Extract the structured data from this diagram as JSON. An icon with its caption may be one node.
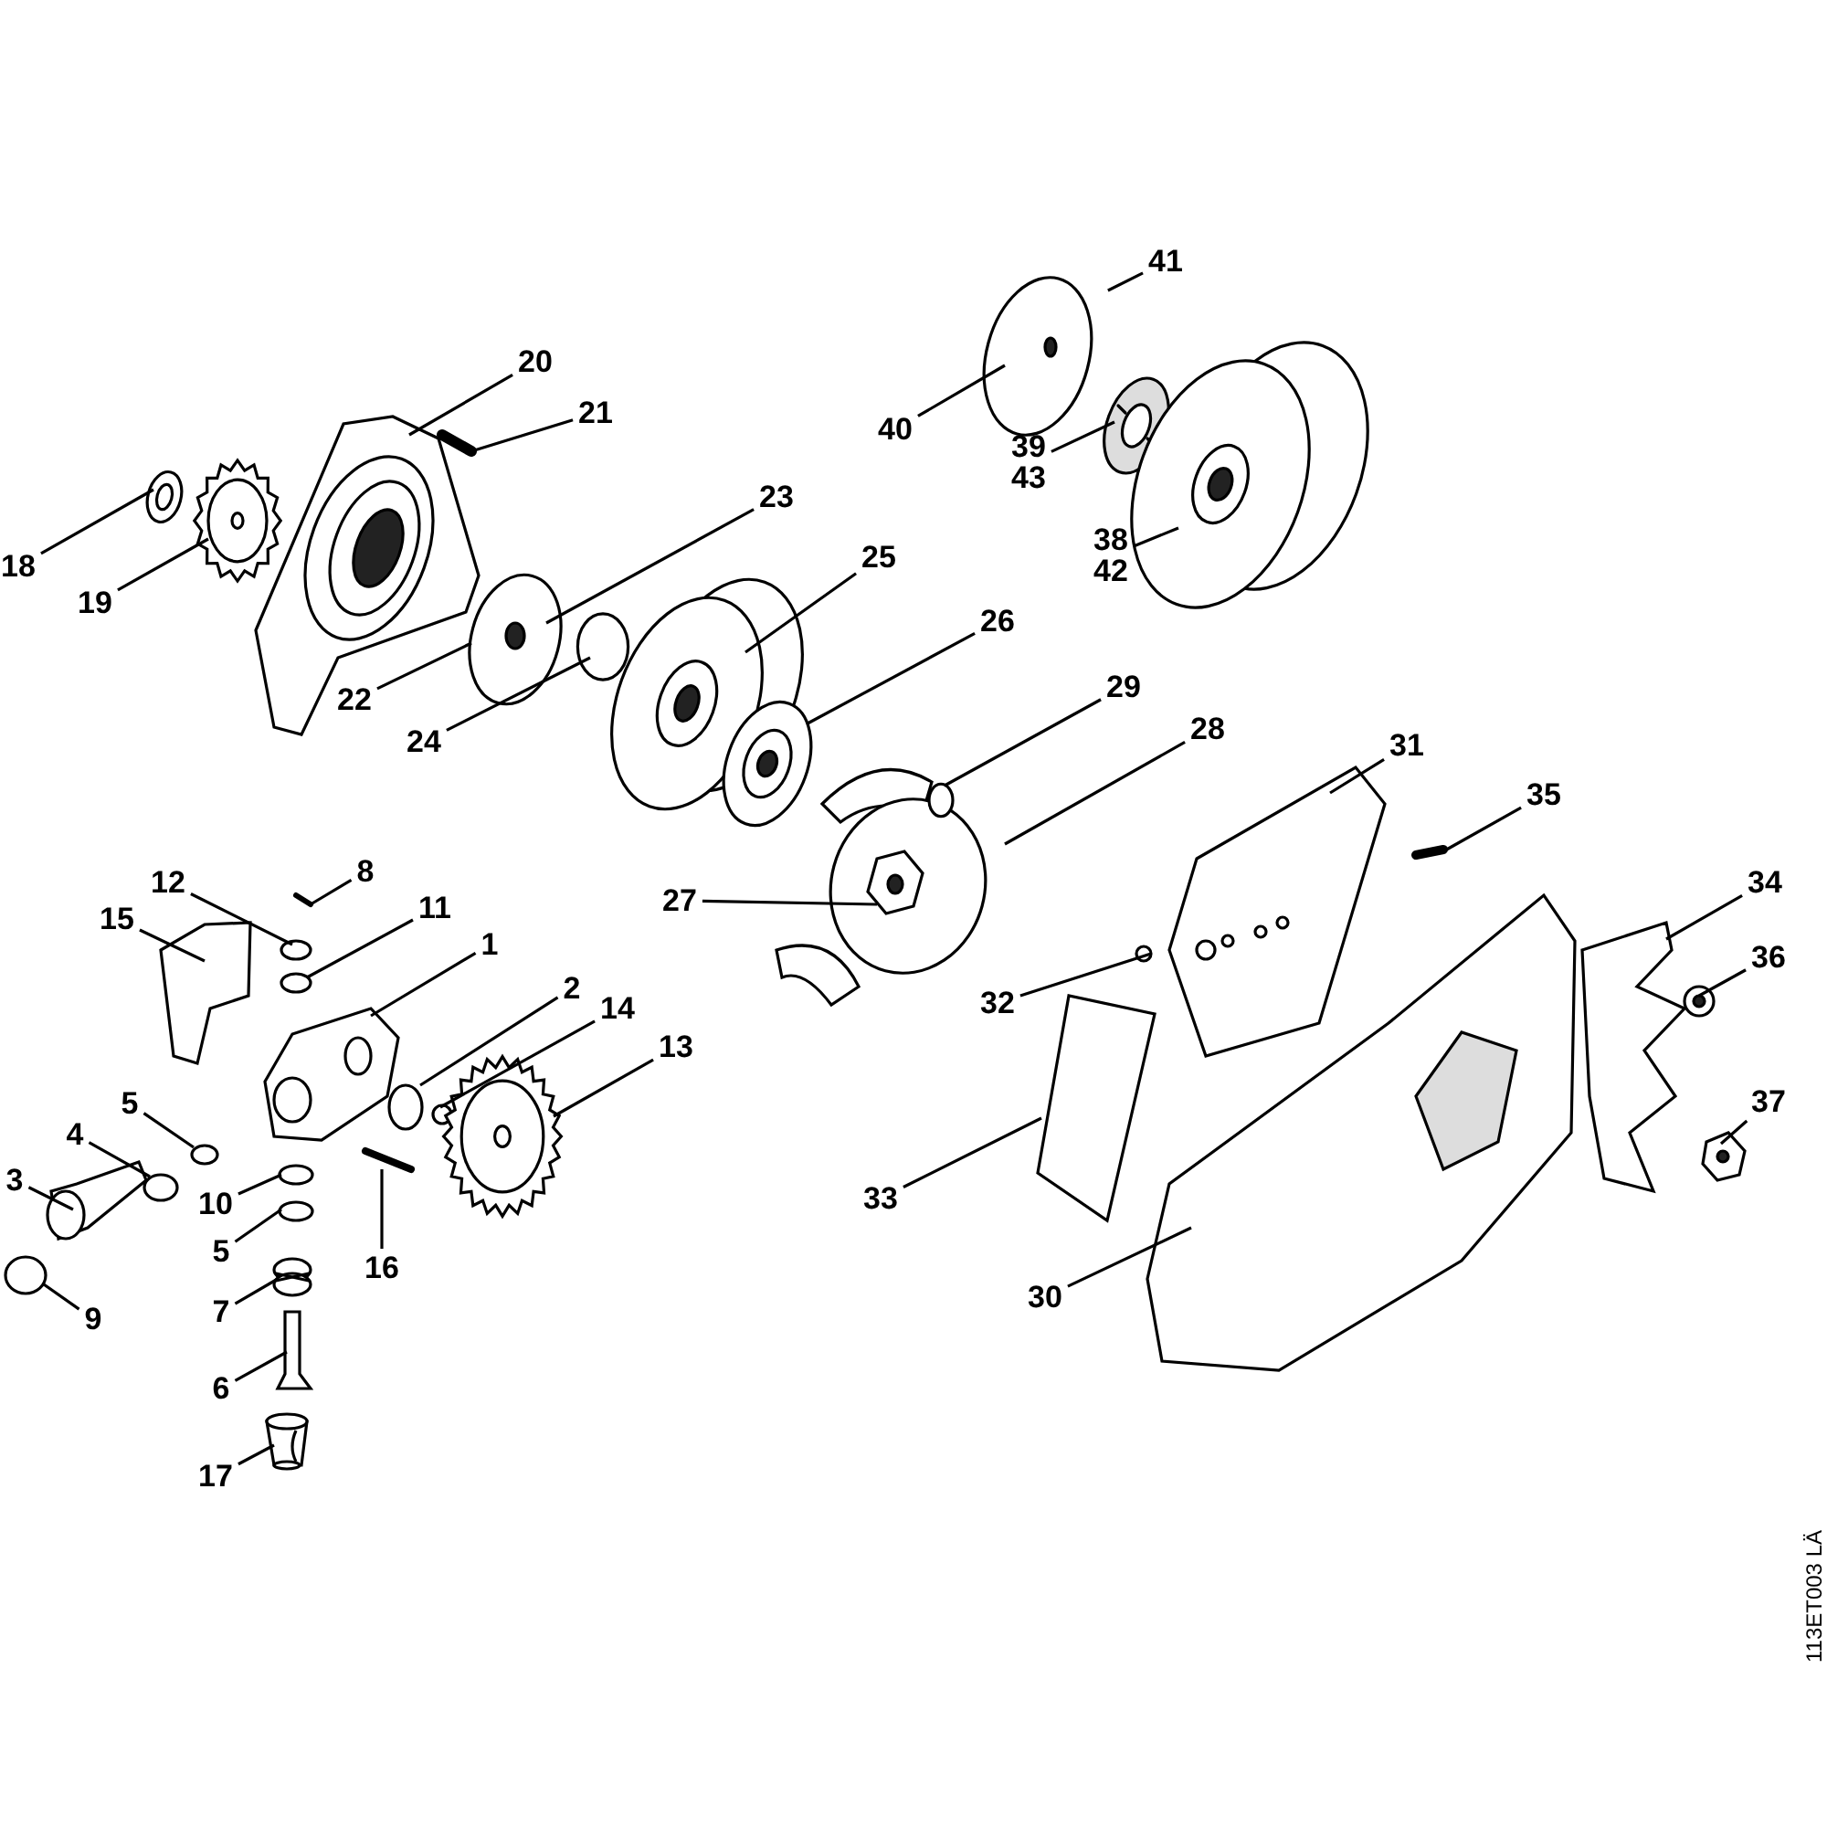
{
  "diagram": {
    "nodes": [
      {
        "text": [
          "41"
        ]
      },
      {
        "text": [
          "20"
        ]
      },
      {
        "text": [
          "21"
        ]
      },
      {
        "text": [
          "40"
        ]
      },
      {
        "text": [
          "39",
          "43"
        ]
      },
      {
        "text": [
          "23"
        ]
      },
      {
        "text": [
          "38",
          "42"
        ]
      },
      {
        "text": [
          "25"
        ]
      },
      {
        "text": [
          "18"
        ]
      },
      {
        "text": [
          "19"
        ]
      },
      {
        "text": [
          "26"
        ]
      },
      {
        "text": [
          "29"
        ]
      },
      {
        "text": [
          "22"
        ]
      },
      {
        "text": [
          "28"
        ]
      },
      {
        "text": [
          "24"
        ]
      },
      {
        "text": [
          "31"
        ]
      },
      {
        "text": [
          "35"
        ]
      },
      {
        "text": [
          "8"
        ]
      },
      {
        "text": [
          "12"
        ]
      },
      {
        "text": [
          "34"
        ]
      },
      {
        "text": [
          "27"
        ]
      },
      {
        "text": [
          "11"
        ]
      },
      {
        "text": [
          "15"
        ]
      },
      {
        "text": [
          "1"
        ]
      },
      {
        "text": [
          "36"
        ]
      },
      {
        "text": [
          "2"
        ]
      },
      {
        "text": [
          "32"
        ]
      },
      {
        "text": [
          "14"
        ]
      },
      {
        "text": [
          "13"
        ]
      },
      {
        "text": [
          "37"
        ]
      },
      {
        "text": [
          "5"
        ]
      },
      {
        "text": [
          "4"
        ]
      },
      {
        "text": [
          "3"
        ]
      },
      {
        "text": [
          "33"
        ]
      },
      {
        "text": [
          "10"
        ]
      },
      {
        "text": [
          "5"
        ]
      },
      {
        "text": [
          "16"
        ]
      },
      {
        "text": [
          "30"
        ]
      },
      {
        "text": [
          "7"
        ]
      },
      {
        "text": [
          "9"
        ]
      },
      {
        "text": [
          "6"
        ]
      },
      {
        "text": [
          "17"
        ]
      },
      {
        "text": [],
        "shape": "picture"
      },
      {
        "text": [],
        "shape": "picture"
      },
      {
        "text": [],
        "shape": "picture"
      },
      {
        "text": [],
        "shape": "picture"
      },
      {
        "text": [],
        "shape": "picture"
      },
      {
        "text": [],
        "shape": "circle"
      },
      {
        "text": [],
        "shape": "picture"
      },
      {
        "text": [],
        "shape": "picture"
      },
      {
        "text": [],
        "shape": "picture"
      },
      {
        "text": [],
        "shape": "picture",
        "in": 50
      },
      {
        "text": [],
        "shape": "circle",
        "in": 50
      },
      {
        "text": [],
        "shape": "picture"
      },
      {
        "text": [],
        "shape": "picture"
      },
      {
        "text": [],
        "shape": "picture"
      },
      {
        "text": [],
        "shape": "picture"
      },
      {
        "text": [],
        "shape": "circle"
      },
      {
        "text": [],
        "shape": "picture"
      },
      {
        "text": [],
        "shape": "picture"
      },
      {
        "text": [],
        "shape": "picture"
      },
      {
        "text": [],
        "shape": "picture"
      },
      {
        "text": [],
        "shape": "picture"
      },
      {
        "text": [],
        "shape": "picture"
      },
      {
        "text": [],
        "shape": "picture"
      },
      {
        "text": [],
        "shape": "circle"
      },
      {
        "text": [],
        "shape": "circle"
      },
      {
        "text": [],
        "shape": "picture"
      },
      {
        "text": [],
        "shape": "picture"
      },
      {
        "text": [],
        "shape": "circle"
      },
      {
        "text": [],
        "shape": "circle"
      },
      {
        "text": [],
        "shape": "picture"
      },
      {
        "text": [],
        "shape": "picture"
      },
      {
        "text": [],
        "shape": "circle"
      },
      {
        "text": [],
        "shape": "circle"
      },
      {
        "text": [],
        "shape": "picture"
      },
      {
        "text": [],
        "shape": "circle"
      },
      {
        "text": [],
        "shape": "circle"
      },
      {
        "text": [],
        "shape": "circle"
      },
      {
        "text": [],
        "shape": "picture"
      },
      {
        "text": [],
        "shape": "picture"
      },
      {
        "text": [],
        "shape": "picture"
      }
    ],
    "edges": [
      {
        "from": 0,
        "to": 53,
        "arrow": "none"
      },
      {
        "from": 1,
        "to": 44,
        "arrow": "none"
      },
      {
        "from": 2,
        "to": 45,
        "arrow": "none"
      },
      {
        "from": 3,
        "to": 53,
        "arrow": "none"
      },
      {
        "from": 4,
        "to": 54,
        "arrow": "none"
      },
      {
        "from": 5,
        "to": 46,
        "arrow": "none"
      },
      {
        "from": 6,
        "to": 55,
        "arrow": "none"
      },
      {
        "from": 7,
        "to": 48,
        "arrow": "none"
      },
      {
        "from": 8,
        "to": 42,
        "arrow": "none"
      },
      {
        "from": 9,
        "to": 43,
        "arrow": "none"
      },
      {
        "from": 10,
        "to": 49,
        "arrow": "none"
      },
      {
        "from": 11,
        "to": 52,
        "arrow": "none"
      },
      {
        "from": 12,
        "to": 46,
        "arrow": "none"
      },
      {
        "from": 13,
        "to": 50,
        "arrow": "none"
      },
      {
        "from": 14,
        "to": 47,
        "arrow": "none"
      },
      {
        "from": 15,
        "to": 56,
        "arrow": "none"
      },
      {
        "from": 16,
        "to": 58,
        "arrow": "none"
      },
      {
        "from": 17,
        "to": 64,
        "arrow": "none"
      },
      {
        "from": 18,
        "to": 65,
        "arrow": "none"
      },
      {
        "from": 19,
        "to": 61,
        "arrow": "none"
      },
      {
        "from": 20,
        "to": 51,
        "arrow": "none"
      },
      {
        "from": 21,
        "to": 66,
        "arrow": "none"
      },
      {
        "from": 22,
        "to": 67,
        "arrow": "none"
      },
      {
        "from": 23,
        "to": 68,
        "arrow": "none"
      },
      {
        "from": 24,
        "to": 62,
        "arrow": "none"
      },
      {
        "from": 25,
        "to": 69,
        "arrow": "none"
      },
      {
        "from": 26,
        "to": 57,
        "arrow": "none"
      },
      {
        "from": 27,
        "to": 70,
        "arrow": "none"
      },
      {
        "from": 28,
        "to": 71,
        "arrow": "none"
      },
      {
        "from": 29,
        "to": 63,
        "arrow": "none"
      },
      {
        "from": 30,
        "to": 73,
        "arrow": "none"
      },
      {
        "from": 31,
        "to": 74,
        "arrow": "none"
      },
      {
        "from": 32,
        "to": 75,
        "arrow": "none"
      },
      {
        "from": 33,
        "to": 59,
        "arrow": "none"
      },
      {
        "from": 34,
        "to": 77,
        "arrow": "none"
      },
      {
        "from": 35,
        "to": 78,
        "arrow": "none"
      },
      {
        "from": 36,
        "to": 72,
        "arrow": "none"
      },
      {
        "from": 37,
        "to": 60,
        "arrow": "none"
      },
      {
        "from": 38,
        "to": 79,
        "arrow": "none"
      },
      {
        "from": 39,
        "to": 76,
        "arrow": "none"
      },
      {
        "from": 40,
        "to": 80,
        "arrow": "none"
      },
      {
        "from": 41,
        "to": 81,
        "arrow": "none"
      }
    ],
    "labels": [
      "113ET003 LÄ"
    ]
  }
}
